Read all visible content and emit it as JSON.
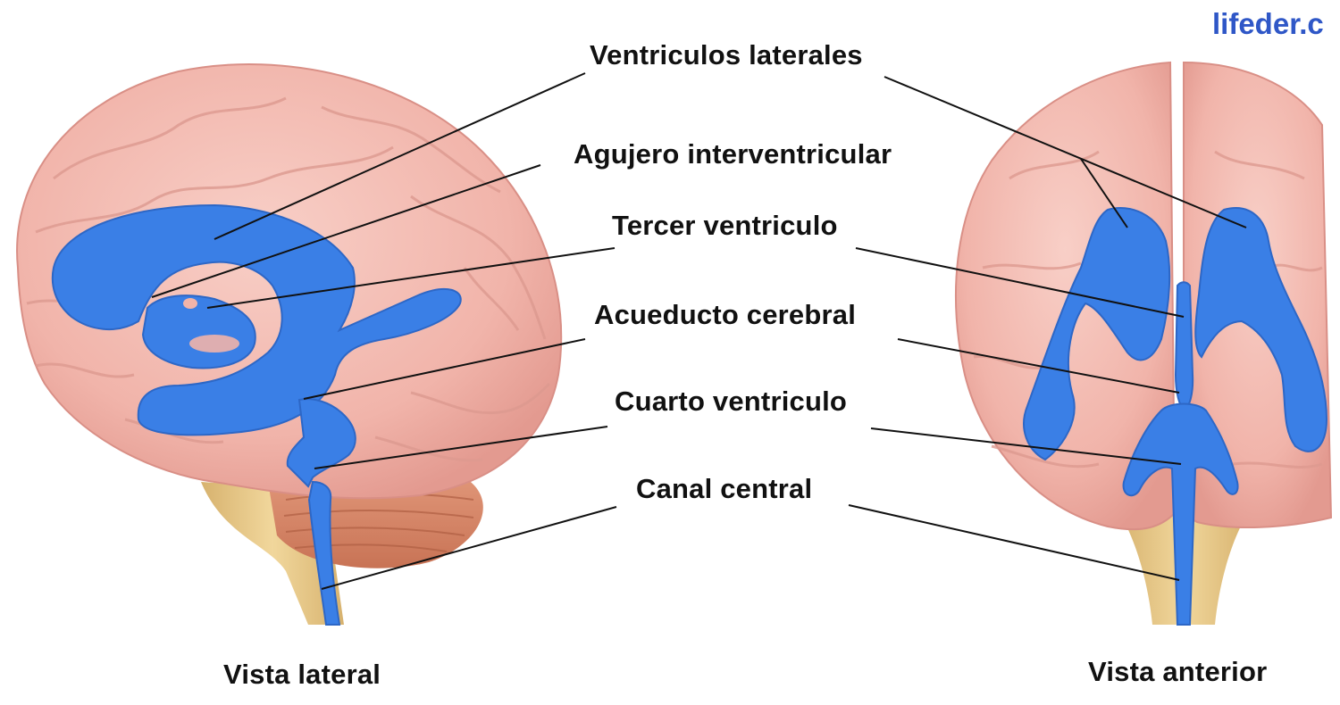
{
  "watermark": {
    "text": "lifeder.c",
    "color": "#2f57c7"
  },
  "labels": {
    "lateral_ventricles": "Ventriculos laterales",
    "interventricular_foramen": "Agujero interventricular",
    "third_ventricle": "Tercer ventriculo",
    "cerebral_aqueduct": "Acueducto cerebral",
    "fourth_ventricle": "Cuarto ventriculo",
    "central_canal": "Canal central"
  },
  "views": {
    "lateral": "Vista lateral",
    "anterior": "Vista anterior"
  },
  "colors": {
    "brain": "#f3b9b0",
    "brain_shadow": "#e49e94",
    "ventricles": "#3a7fe6",
    "cerebellum": "#d98a6d",
    "brainstem": "#e9c98a",
    "leader_lines": "#111111"
  }
}
